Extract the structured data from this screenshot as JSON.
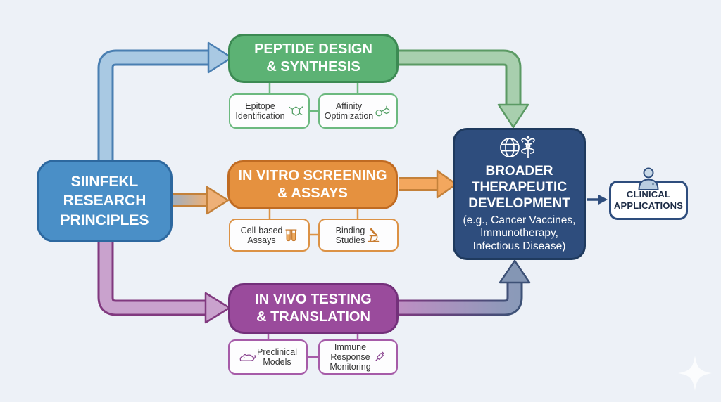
{
  "palette": {
    "background": "#edf1f7",
    "source_blue": "#4a8fc7",
    "track_green": "#5cb274",
    "track_orange": "#e5913f",
    "track_purple": "#9a4b9c",
    "hub_navy": "#2e4d7d",
    "arrow_blue_fill": "#a9c9e3",
    "arrow_green_fill": "#a8cfae",
    "arrow_orange_fill": "#f3a75e",
    "arrow_purple_fill": "#c9a2cd"
  },
  "source_box": {
    "title": "SIINFEKL\nRESEARCH\nPRINCIPLES"
  },
  "tracks": [
    {
      "title": "PEPTIDE DESIGN\n& SYNTHESIS",
      "color": "#5cb274",
      "sub_left": {
        "label": "Epitope\nIdentification",
        "icon": "molecule-icon"
      },
      "sub_right": {
        "label": "Affinity\nOptimization",
        "icon": "molecule-ring-icon"
      }
    },
    {
      "title": "IN VITRO SCREENING\n& ASSAYS",
      "color": "#e5913f",
      "sub_left": {
        "label": "Cell-based\nAssays",
        "icon": "test-tubes-icon"
      },
      "sub_right": {
        "label": "Binding\nStudies",
        "icon": "microscope-icon"
      }
    },
    {
      "title": "IN VIVO TESTING\n& TRANSLATION",
      "color": "#9a4b9c",
      "sub_left": {
        "label": "Preclinical\nModels",
        "icon": "mouse-icon"
      },
      "sub_right": {
        "label": "Immune\nResponse\nMonitoring",
        "icon": "syringe-icon"
      }
    }
  ],
  "hub_box": {
    "title": "BROADER\nTHERAPEUTIC\nDEVELOPMENT",
    "subtitle": "(e.g., Cancer Vaccines,\nImmunotherapy,\nInfectious Disease)",
    "icon": "globe-caduceus-icon"
  },
  "clinical_box": {
    "title": "CLINICAL\nAPPLICATIONS",
    "icon": "person-icon"
  }
}
